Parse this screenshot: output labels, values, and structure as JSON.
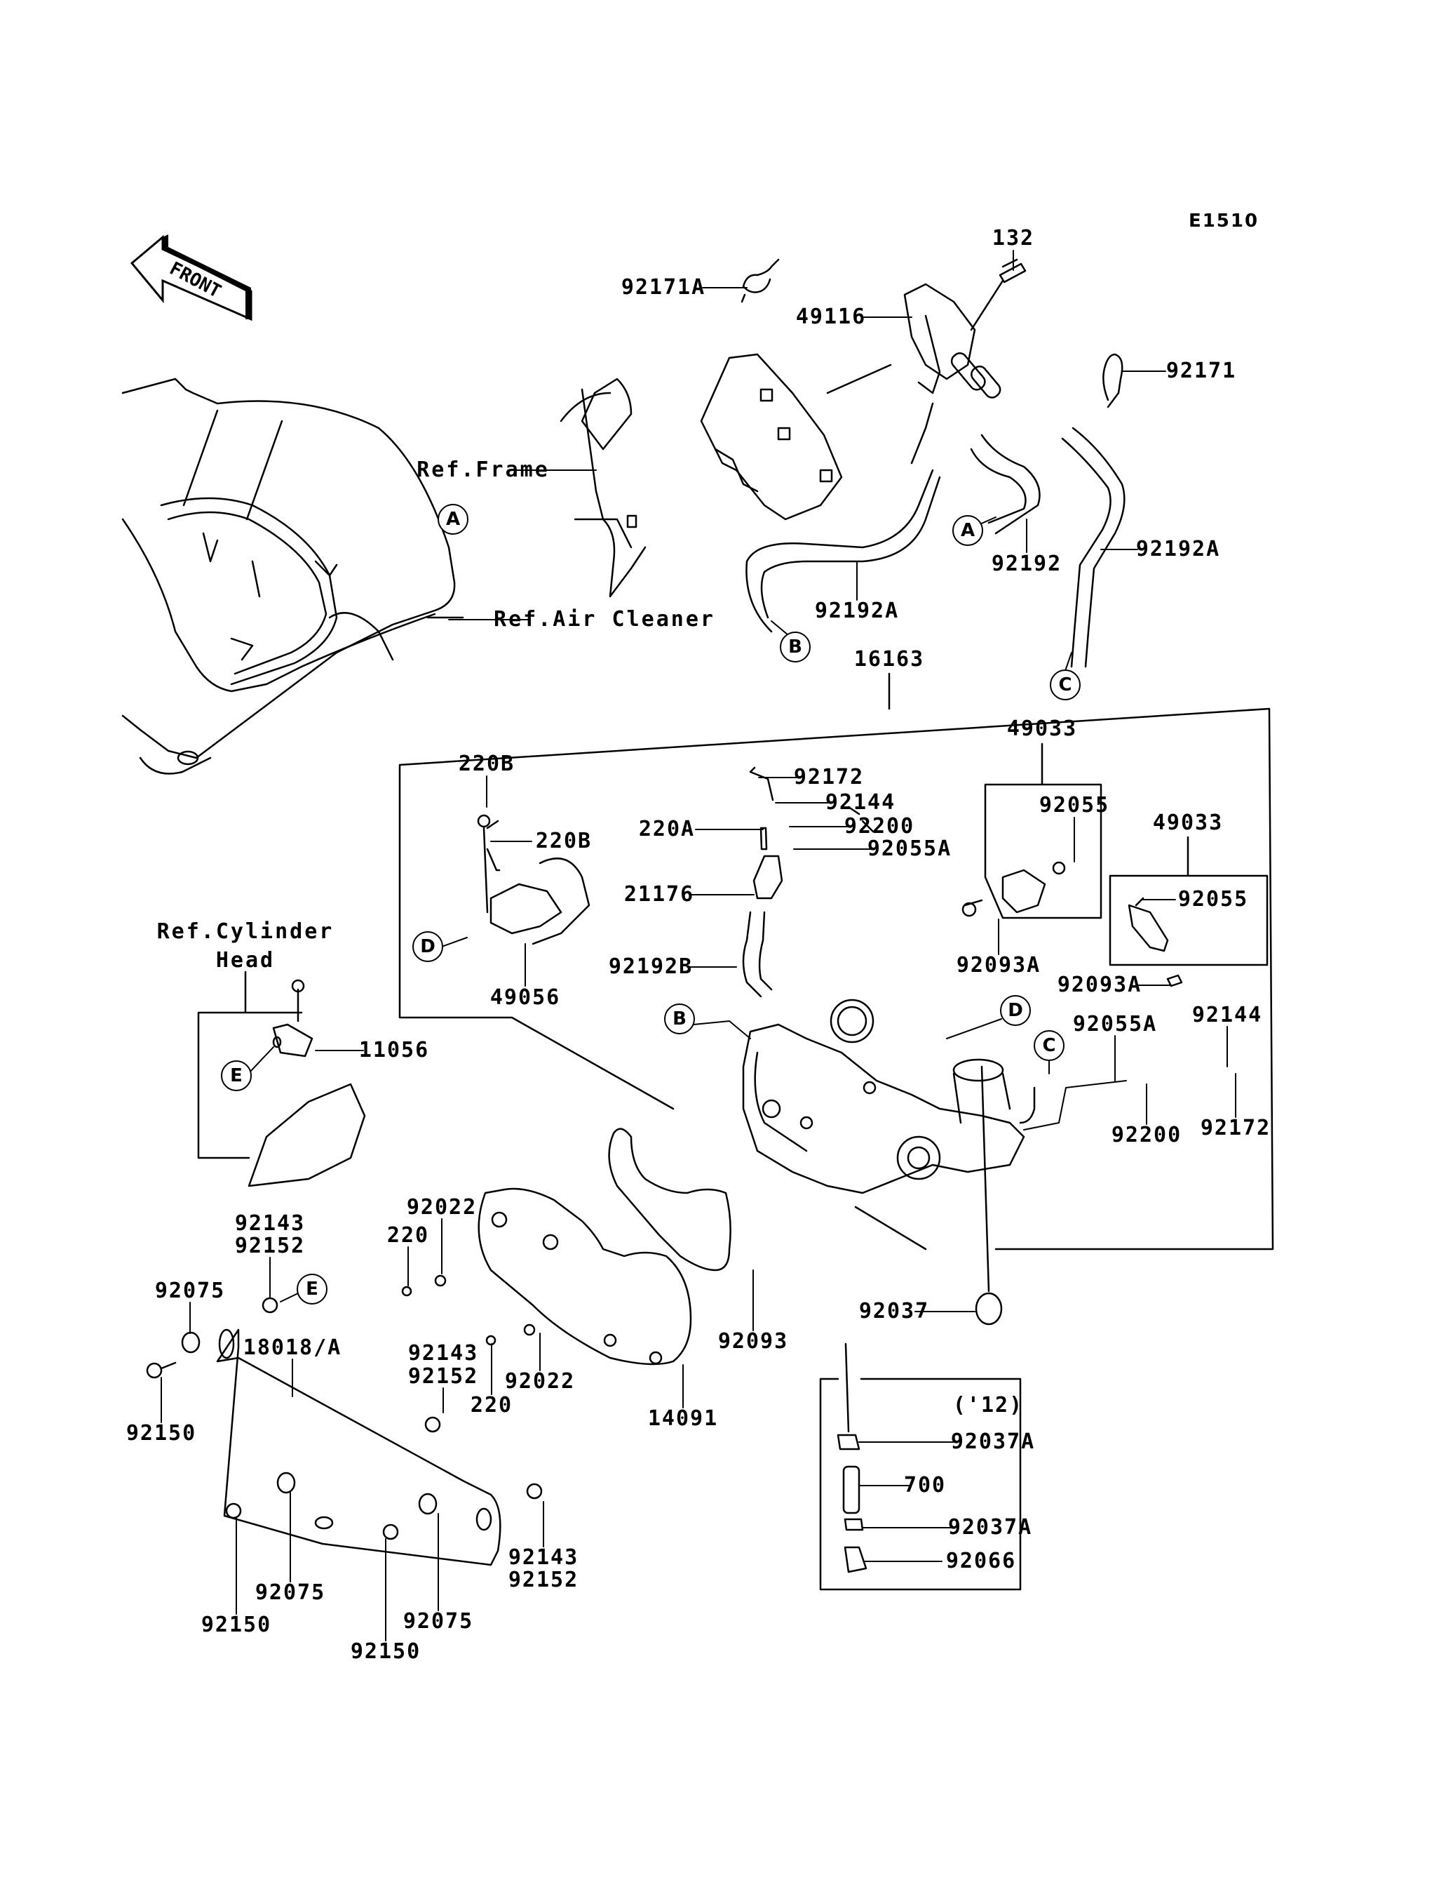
{
  "diagram": {
    "code": "E1510",
    "orientation_marker": {
      "icon": "front-arrow-icon",
      "text": "FRONT"
    },
    "references": [
      {
        "id": "ref-frame",
        "text": "Ref.Frame"
      },
      {
        "id": "ref-air-cleaner",
        "text": "Ref.Air Cleaner"
      },
      {
        "id": "ref-cylinder-head-1",
        "text": "Ref.Cylinder"
      },
      {
        "id": "ref-cylinder-head-2",
        "text": "Head"
      }
    ],
    "connectors": [
      "A",
      "A",
      "B",
      "B",
      "C",
      "C",
      "D",
      "D",
      "E",
      "E"
    ],
    "part_labels": [
      "132",
      "92171A",
      "49116",
      "92171",
      "92192",
      "92192A",
      "92192A",
      "16163",
      "49033",
      "220B",
      "92172",
      "92055",
      "92144",
      "49033",
      "220A",
      "92200",
      "220B",
      "92055A",
      "21176",
      "92055",
      "92192B",
      "92093A",
      "49056",
      "92093A",
      "92144",
      "92055A",
      "11056",
      "92200",
      "92172",
      "92022",
      "92143",
      "92152",
      "220",
      "92075",
      "92037",
      "92093",
      "18018/A",
      "92143",
      "92152",
      "92022",
      "220",
      "14091",
      "92150",
      "92037A",
      "700",
      "92037A",
      "92066",
      "92143",
      "92152",
      "92075",
      "92075",
      "92150",
      "92150"
    ],
    "year_box": {
      "label": "('12)",
      "parts": [
        "92037A",
        "700",
        "92037A",
        "92066"
      ]
    }
  }
}
